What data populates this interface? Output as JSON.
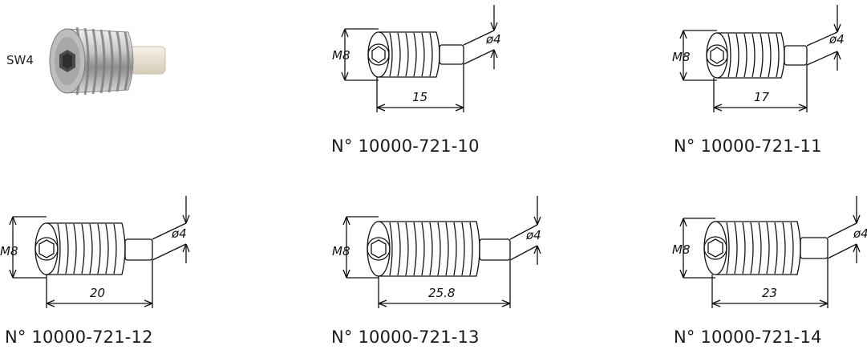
{
  "product_photo": {
    "wrench_label": "SW4"
  },
  "parts": [
    {
      "thread": "M8",
      "diameter": "ø4",
      "length": "15",
      "caption": "N° 10000-721-10"
    },
    {
      "thread": "M8",
      "diameter": "ø4",
      "length": "17",
      "caption": "N° 10000-721-11"
    },
    {
      "thread": "M8",
      "diameter": "ø4",
      "length": "20",
      "caption": "N° 10000-721-12"
    },
    {
      "thread": "M8",
      "diameter": "ø4",
      "length": "25.8",
      "caption": "N° 10000-721-13"
    },
    {
      "thread": "M8",
      "diameter": "ø4",
      "length": "23",
      "caption": "N° 10000-721-14"
    }
  ]
}
